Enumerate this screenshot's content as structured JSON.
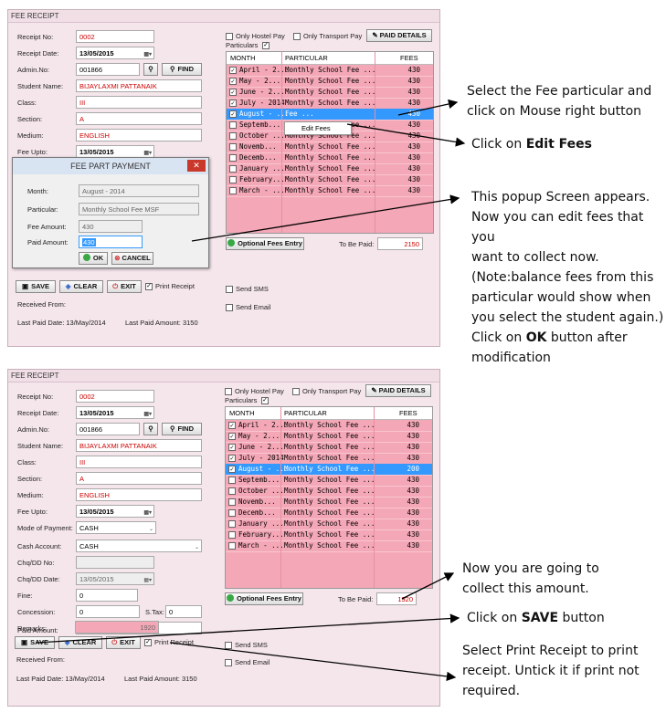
{
  "screen1": {
    "title": "FEE RECEIPT",
    "labels": {
      "receipt_no": "Receipt No:",
      "receipt_date": "Receipt Date:",
      "admin_no": "Admin.No:",
      "student_name": "Student Name:",
      "class": "Class:",
      "section": "Section:",
      "medium": "Medium:",
      "fee_upto": "Fee Upto:"
    },
    "values": {
      "receipt_no": "0002",
      "receipt_date": "13/05/2015",
      "admin_no": "001866",
      "student_name": "BIJAYLAXMI  PATTANAIK",
      "class": "III",
      "section": "A",
      "medium": "ENGLISH",
      "fee_upto": "13/05/2015"
    },
    "find_label": "FIND",
    "only_hostel": "Only Hostel Pay",
    "only_transport": "Only Transport Pay",
    "paid_details": "PAID DETAILS",
    "particulars": "Particulars",
    "grid_headers": [
      "MONTH",
      "PARTICULAR",
      "FEES"
    ],
    "rows": [
      {
        "month": "April - 2...",
        "particular": "Monthly School Fee ...",
        "fees": "430",
        "checked": "true"
      },
      {
        "month": "May - 2...",
        "particular": "Monthly School Fee ...",
        "fees": "430",
        "checked": "true"
      },
      {
        "month": "June - 2...",
        "particular": "Monthly School Fee ...",
        "fees": "430",
        "checked": "true"
      },
      {
        "month": "July - 2014",
        "particular": "Monthly School Fee ...",
        "fees": "430",
        "checked": "true"
      },
      {
        "month": "August - ...",
        "particular": "Fee ...",
        "fees": "430",
        "checked": "true",
        "selected": "true"
      },
      {
        "month": "Septemb...",
        "particular": "Monthly School Fee ...",
        "fees": "430",
        "checked": "false"
      },
      {
        "month": "October ...",
        "particular": "Monthly School Fee ...",
        "fees": "430",
        "checked": "false"
      },
      {
        "month": "Novemb...",
        "particular": "Monthly School Fee ...",
        "fees": "430",
        "checked": "false"
      },
      {
        "month": "Decemb...",
        "particular": "Monthly School Fee ...",
        "fees": "430",
        "checked": "false"
      },
      {
        "month": "January ...",
        "particular": "Monthly School Fee ...",
        "fees": "430",
        "checked": "false"
      },
      {
        "month": "February...",
        "particular": "Monthly School Fee ...",
        "fees": "430",
        "checked": "false"
      },
      {
        "month": "March - ...",
        "particular": "Monthly School Fee ...",
        "fees": "430",
        "checked": "false"
      }
    ],
    "context_menu": "Edit Fees",
    "optional_fees": "Optional Fees Entry",
    "to_be_paid_label": "To Be Paid:",
    "to_be_paid": "2150",
    "save": "SAVE",
    "clear": "CLEAR",
    "exit": "EXIT",
    "print_receipt": "Print Receipt",
    "send_sms": "Send SMS",
    "send_email": "Send Email",
    "received_from": "Received From:",
    "last_paid_date": "Last Paid Date: 13/May/2014",
    "last_paid_amount": "Last Paid Amount: 3150",
    "popup": {
      "title": "FEE PART PAYMENT",
      "month_label": "Month:",
      "month": "August - 2014",
      "particular_label": "Particular:",
      "particular": "Monthly School Fee MSF",
      "fee_amount_label": "Fee Amount:",
      "fee_amount": "430",
      "paid_amount_label": "Paid Amount:",
      "paid_amount": "430",
      "ok": "OK",
      "cancel": "CANCEL"
    }
  },
  "screen2": {
    "title": "FEE RECEIPT",
    "labels": {
      "receipt_no": "Receipt No:",
      "receipt_date": "Receipt Date:",
      "admin_no": "Admin.No:",
      "student_name": "Student Name:",
      "class": "Class:",
      "section": "Section:",
      "medium": "Medium:",
      "fee_upto": "Fee Upto:",
      "mode": "Mode of Payment:",
      "cash_account": "Cash Account:",
      "chq_no": "Chq/DD No:",
      "chq_date": "Chq/DD Date:",
      "fine": "Fine:",
      "concession": "Concession:",
      "stax": "S.Tax:",
      "remarks": "Remarks:",
      "paid_amount": "Paid Amount:"
    },
    "values": {
      "receipt_no": "0002",
      "receipt_date": "13/05/2015",
      "admin_no": "001866",
      "student_name": "BIJAYLAXMI  PATTANAIK",
      "class": "III",
      "section": "A",
      "medium": "ENGLISH",
      "fee_upto": "13/05/2015",
      "mode": "CASH",
      "cash_account": "CASH",
      "chq_no": "",
      "chq_date": "13/05/2015",
      "fine": "0",
      "concession": "0",
      "stax": "0",
      "remarks": "",
      "paid_amount": "1920"
    },
    "find_label": "FIND",
    "only_hostel": "Only Hostel Pay",
    "only_transport": "Only Transport Pay",
    "paid_details": "PAID DETAILS",
    "particulars": "Particulars",
    "grid_headers": [
      "MONTH",
      "PARTICULAR",
      "FEES"
    ],
    "rows": [
      {
        "month": "April - 2...",
        "particular": "Monthly School Fee ...",
        "fees": "430",
        "checked": "true"
      },
      {
        "month": "May - 2...",
        "particular": "Monthly School Fee ...",
        "fees": "430",
        "checked": "true"
      },
      {
        "month": "June - 2...",
        "particular": "Monthly School Fee ...",
        "fees": "430",
        "checked": "true"
      },
      {
        "month": "July - 2014",
        "particular": "Monthly School Fee ...",
        "fees": "430",
        "checked": "true"
      },
      {
        "month": "August - ...",
        "particular": "Monthly School Fee ...",
        "fees": "200",
        "checked": "true",
        "selected": "true"
      },
      {
        "month": "Septemb...",
        "particular": "Monthly School Fee ...",
        "fees": "430",
        "checked": "false"
      },
      {
        "month": "October ...",
        "particular": "Monthly School Fee ...",
        "fees": "430",
        "checked": "false"
      },
      {
        "month": "Novemb...",
        "particular": "Monthly School Fee ...",
        "fees": "430",
        "checked": "false"
      },
      {
        "month": "Decemb...",
        "particular": "Monthly School Fee ...",
        "fees": "430",
        "checked": "false"
      },
      {
        "month": "January ...",
        "particular": "Monthly School Fee ...",
        "fees": "430",
        "checked": "false"
      },
      {
        "month": "February...",
        "particular": "Monthly School Fee ...",
        "fees": "430",
        "checked": "false"
      },
      {
        "month": "March - ...",
        "particular": "Monthly School Fee ...",
        "fees": "430",
        "checked": "false"
      }
    ],
    "optional_fees": "Optional Fees Entry",
    "to_be_paid_label": "To Be Paid:",
    "to_be_paid": "1920",
    "save": "SAVE",
    "clear": "CLEAR",
    "exit": "EXIT",
    "print_receipt": "Print Receipt",
    "send_sms": "Send SMS",
    "send_email": "Send Email",
    "received_from": "Received From:",
    "last_paid_date": "Last Paid Date: 13/May/2014",
    "last_paid_amount": "Last Paid Amount: 3150"
  },
  "annotations": {
    "a1_line1": "Select the Fee particular and",
    "a1_line2": "click on Mouse right button",
    "a2_prefix": "Click on ",
    "a2_bold": "Edit Fees",
    "a3_line1": "This popup Screen appears.",
    "a3_line2": "Now you can edit fees that you",
    "a3_line3": "want to collect now.",
    "a3_line4": "(Note:balance fees from this",
    "a3_line5": "particular would show when",
    "a3_line6": "you select the student again.)",
    "a3_line7_prefix": "Click on ",
    "a3_line7_bold": "OK",
    "a3_line7_suffix": " button after",
    "a3_line8": "modification",
    "a4_line1": "Now you are going to",
    "a4_line2": "collect this amount.",
    "a5_prefix": "Click on ",
    "a5_bold": "SAVE",
    "a5_suffix": " button",
    "a6_line1": "Select Print Receipt to print",
    "a6_line2": "receipt. Untick it if print not",
    "a6_line3": "required."
  }
}
